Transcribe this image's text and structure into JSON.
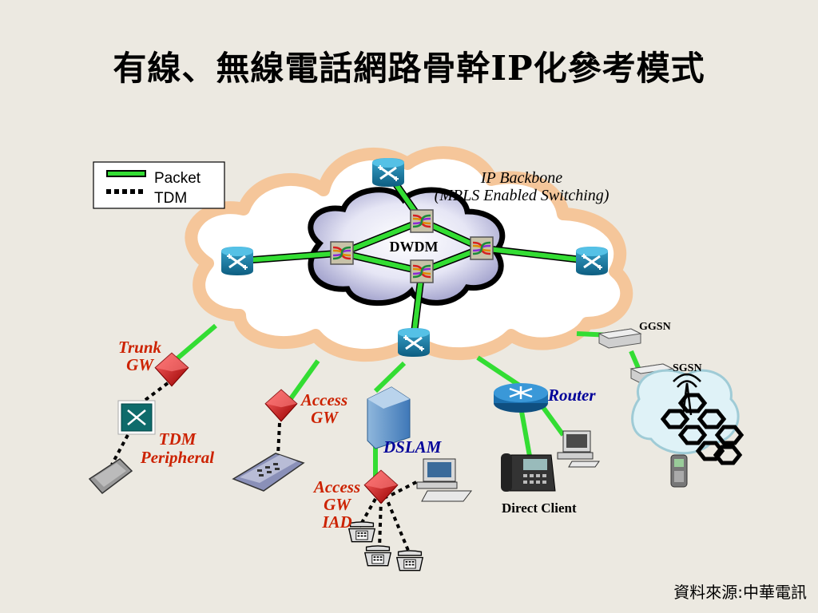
{
  "title": "有線、無線電話網路骨幹IP化參考模式",
  "legend": {
    "packet": "Packet",
    "tdm": "TDM"
  },
  "labels": {
    "ip_backbone": "IP Backbone",
    "mpls": "(MPLS Enabled Switching)",
    "dwdm": "DWDM",
    "trunk_gw_1": "Trunk",
    "trunk_gw_2": "GW",
    "tdm_peripheral_1": "TDM",
    "tdm_peripheral_2": "Peripheral",
    "access_gw_1": "Access",
    "access_gw_2": "GW",
    "dslam": "DSLAM",
    "iad_1": "Access",
    "iad_2": "GW",
    "iad_3": "IAD",
    "router": "Router",
    "direct_client": "Direct Client",
    "ggsn": "GGSN",
    "sgsn": "SGSN"
  },
  "source": "資料來源:中華電訊",
  "colors": {
    "packet_line": "#33dd33",
    "accent_red": "#cc2200",
    "accent_blue": "#000099",
    "switch_blue": "#1a7fa8"
  }
}
